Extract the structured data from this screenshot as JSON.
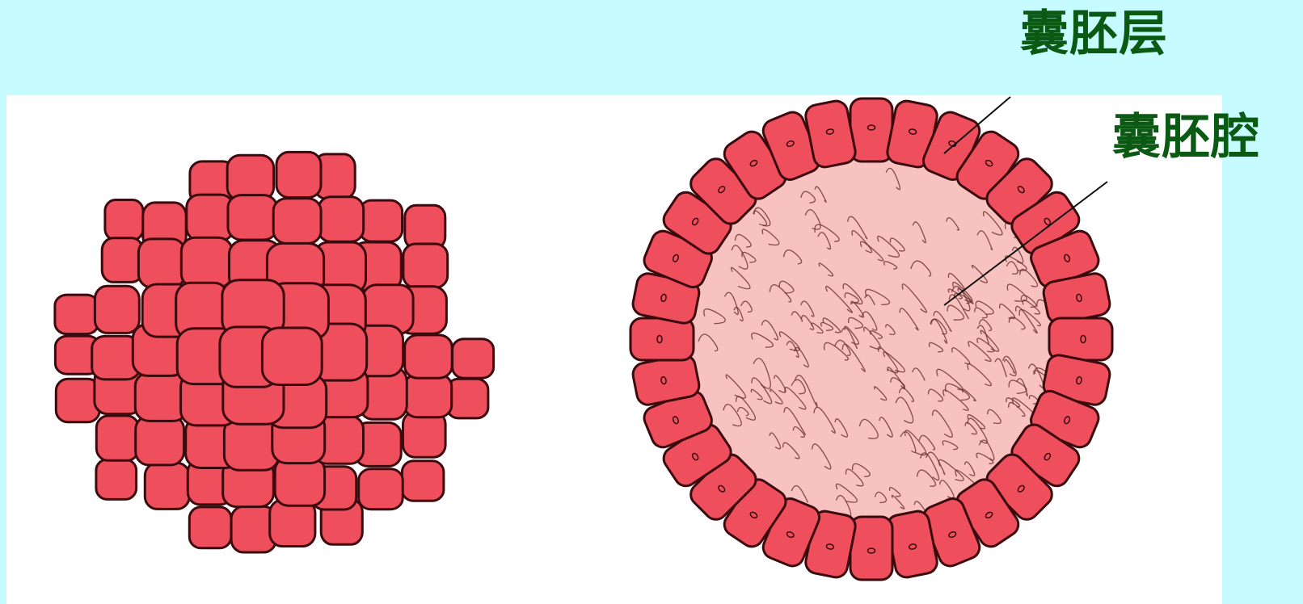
{
  "labels": {
    "trophoblast": "囊胚层",
    "blastocoel": "囊胚腔"
  },
  "colors": {
    "background": "#c6fbff",
    "panel": "#ffffff",
    "label_text": "#0a5a14",
    "cell_fill": "#ef4f5c",
    "cell_outline": "#3a0a0e",
    "cavity_fill": "#f7c2bf",
    "cavity_squiggle": "#6a2a2a"
  },
  "figures": [
    {
      "name": "morula",
      "description_icon": "cell-cluster-icon"
    },
    {
      "name": "blastula-cross-section",
      "description_icon": "hollow-sphere-icon"
    }
  ]
}
